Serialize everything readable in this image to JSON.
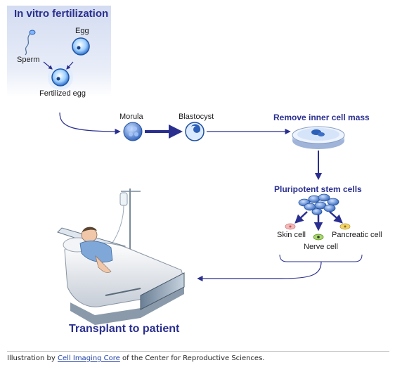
{
  "title": "In vitro fertilization",
  "labels": {
    "egg": "Egg",
    "sperm": "Sperm",
    "fertilized_egg": "Fertilized egg",
    "morula": "Morula",
    "blastocyst": "Blastocyst",
    "remove_inner_cell_mass": "Remove inner cell mass",
    "pluripotent_stem_cells": "Pluripotent stem cells",
    "skin_cell": "Skin cell",
    "nerve_cell": "Nerve cell",
    "pancreatic_cell": "Pancreatic cell",
    "transplant": "Transplant to patient"
  },
  "caption": {
    "prefix": "Illustration by ",
    "link": "Cell Imaging Core",
    "suffix": " of the Center for Reproductive Sciences."
  },
  "colors": {
    "arrow": "#2a2f8f",
    "ivf_panel": "#dde4f4",
    "cell_blue": "#3d6fc4"
  }
}
